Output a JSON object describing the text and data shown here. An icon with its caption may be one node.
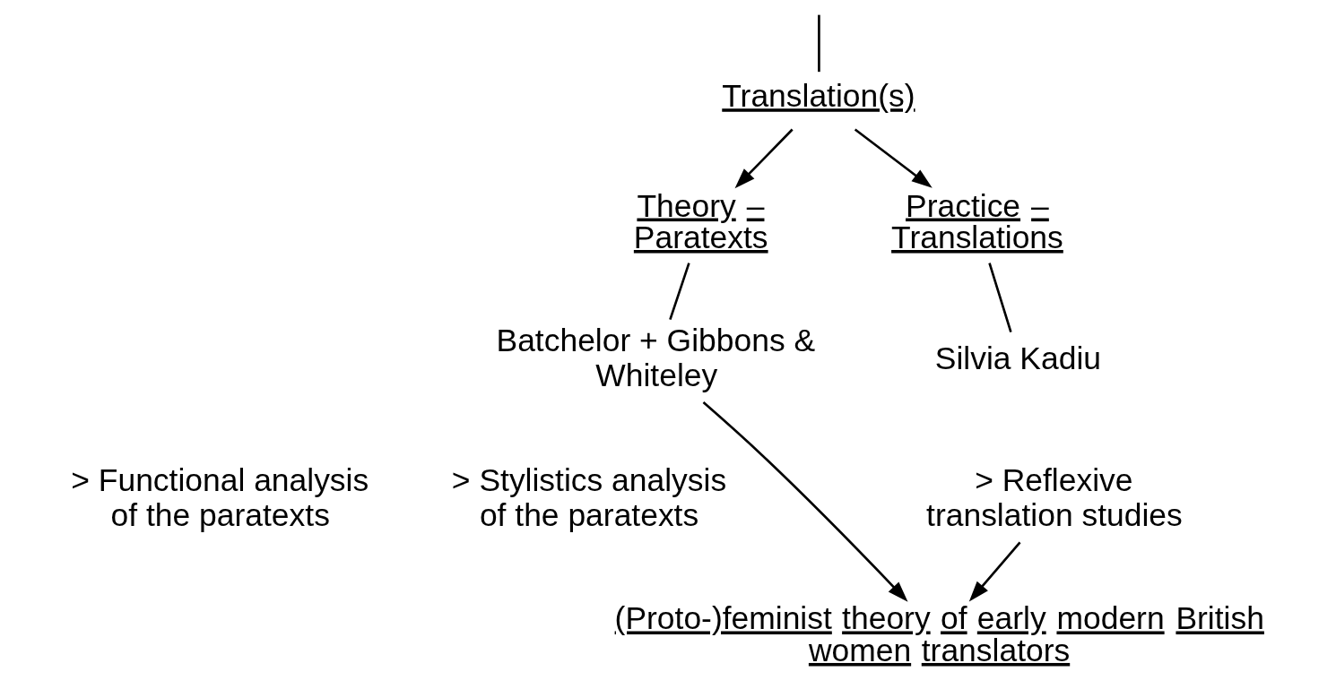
{
  "diagram": {
    "nodes": [
      {
        "text": [
          "Translation(s)"
        ]
      },
      {
        "text": [
          "Theory – Paratexts"
        ]
      },
      {
        "text": [
          "Practice – Translations"
        ]
      },
      {
        "text": [
          "Batchelor + Gibbons & Whiteley"
        ]
      },
      {
        "text": [
          "Silvia Kadiu"
        ]
      },
      {
        "text": [
          "> Functional analysis of the paratexts"
        ]
      },
      {
        "text": [
          "> Stylistics analysis of the paratexts"
        ]
      },
      {
        "text": [
          "> Reflexive translation studies"
        ]
      },
      {
        "text": [
          "(Proto-)feminist theory of early modern British women translators"
        ]
      }
    ],
    "edges": [
      {
        "from": null,
        "to": 0,
        "arrow": "none"
      },
      {
        "from": 0,
        "to": 1,
        "arrow": "to"
      },
      {
        "from": 0,
        "to": 2,
        "arrow": "to"
      },
      {
        "from": 1,
        "to": 3,
        "arrow": "none"
      },
      {
        "from": 2,
        "to": 4,
        "arrow": "none"
      },
      {
        "from": 3,
        "to": 8,
        "arrow": "to"
      },
      {
        "from": 7,
        "to": 8,
        "arrow": "to"
      }
    ]
  }
}
